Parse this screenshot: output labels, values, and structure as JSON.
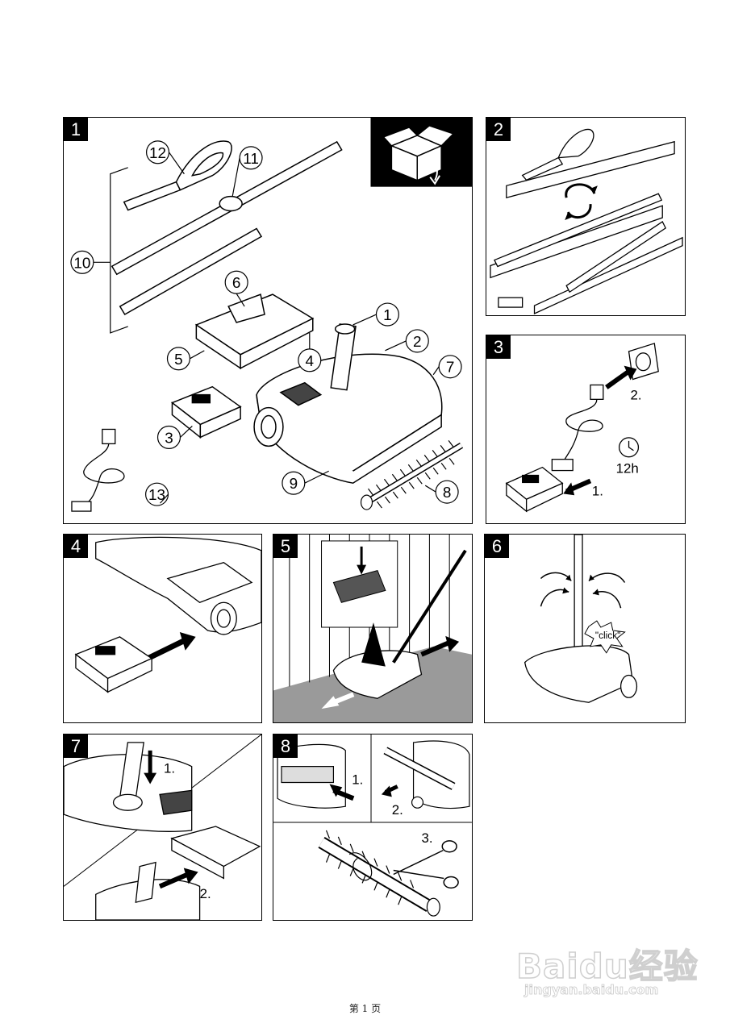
{
  "panels": [
    {
      "number": "1",
      "callouts": [
        "1",
        "2",
        "3",
        "4",
        "5",
        "6",
        "7",
        "8",
        "9",
        "10",
        "11",
        "12",
        "13"
      ]
    },
    {
      "number": "2"
    },
    {
      "number": "3",
      "steps": [
        "1.",
        "2."
      ],
      "time": "12h"
    },
    {
      "number": "4"
    },
    {
      "number": "5"
    },
    {
      "number": "6",
      "sound": "\"click\""
    },
    {
      "number": "7",
      "steps": [
        "1.",
        "2."
      ]
    },
    {
      "number": "8",
      "steps": [
        "1.",
        "2.",
        "3."
      ]
    }
  ],
  "footer": {
    "page_label": "第 1 页"
  },
  "watermark": {
    "brand": "Baidu经验",
    "url": "jingyan.baidu.com"
  },
  "icons": [
    "open-box-icon",
    "clock-icon",
    "wall-socket-icon",
    "scissors-icon",
    "rotate-arrow-icon"
  ]
}
